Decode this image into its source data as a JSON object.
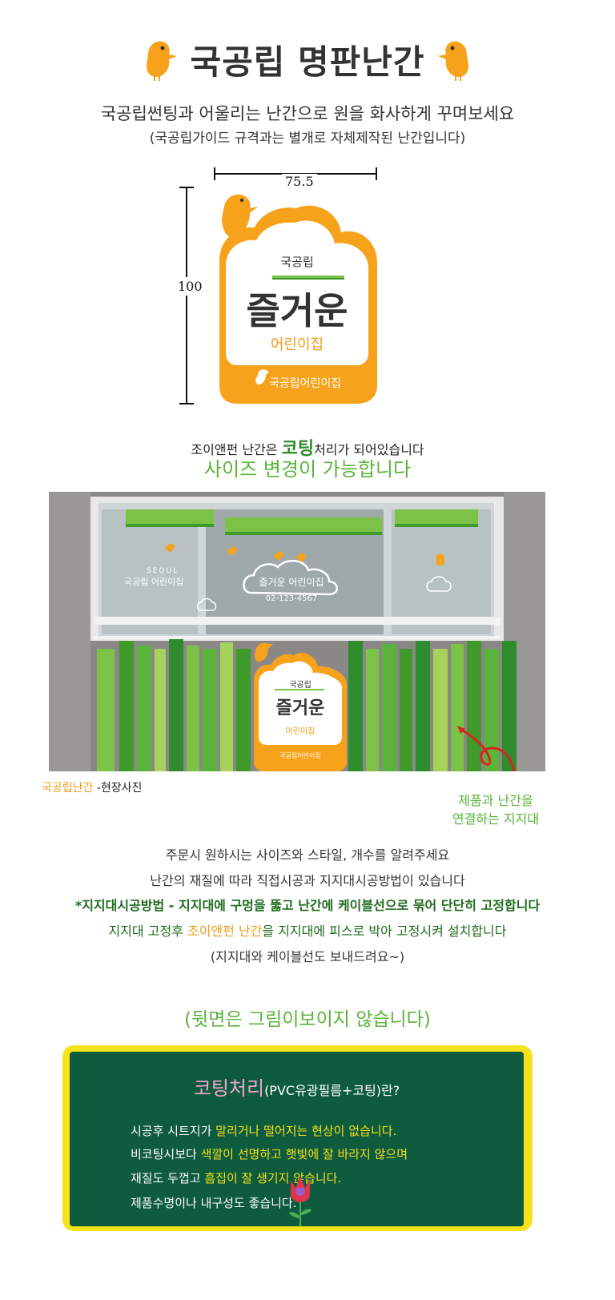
{
  "title": "국공립 명판난간",
  "subtitle": "국공립썬팅과 어울리는 난간으로 원을 화사하게 꾸며보세요",
  "subnote": "(국공립가이드 규격과는 별개로 자체제작된 난간입니다)",
  "dimensions": {
    "width": "75.5",
    "height": "100"
  },
  "sign": {
    "top": "국공립",
    "main": "즐거운",
    "sub": "어린이집",
    "brand": "국공립어린이집"
  },
  "coating_line": {
    "before": "조이앤펀 난간은 ",
    "highlight": "코팅",
    "after": "처리가 되어있습니다"
  },
  "resize_line": "사이즈 변경이 가능합니다",
  "photo": {
    "window_left_top": "SEOUL",
    "window_left_bottom": "국공립 어린이집",
    "cloud_text": "즐거운 어린이집",
    "phone": "02-123-4567",
    "sign_top": "국공립",
    "sign_main": "즐거운",
    "sign_sub": "어린이집",
    "sign_brand": "국공립어린이집"
  },
  "photo_caption": {
    "orange": "국공립난간",
    "rest": " -현장사진"
  },
  "support_label": [
    "제품과 난간을",
    "연결하는 지지대"
  ],
  "info": {
    "line1": "주문시 원하시는 사이즈와 스타일, 개수를 알려주세요",
    "line2": "난간의 재질에 따라 직접시공과 지지대시공방법이 있습니다",
    "line3": "*지지대시공방법 - 지지대에 구멍을 뚫고 난간에 케이블선으로 묶어 단단히 고정합니다",
    "line4_before": "지지대 고정후 ",
    "line4_highlight": "조이앤펀 난간",
    "line4_after": "을 지지대에 피스로 박아 고정시켜 설치합니다",
    "line5": "(지지대와 케이블선도 보내드려요~)"
  },
  "back_note": "(뒷면은 그림이보이지 않습니다)",
  "board": {
    "title_highlight": "코팅처리",
    "title_rest": "(PVC유광필름+코팅)란?",
    "line1_a": "시공후 시트지가 ",
    "line1_b": "말리거나 떨어지는 현상이 없습니다.",
    "line2_a": "비코팅시보다 ",
    "line2_b": "색깔이 선명하고 햇빛에 잘 바라지 않으며",
    "line3_a": "재질도 두껍고 ",
    "line3_b": "흠집이 잘 생기지 않습니다.",
    "line4": "제품수명이나 내구성도 좋습니다."
  },
  "colors": {
    "orange": "#f7a21b",
    "green": "#5ab43a",
    "dark_green": "#1f6b1f",
    "board_bg": "#0f5b3e",
    "board_frame": "#f5e21a",
    "pink": "#f2a6cf"
  }
}
